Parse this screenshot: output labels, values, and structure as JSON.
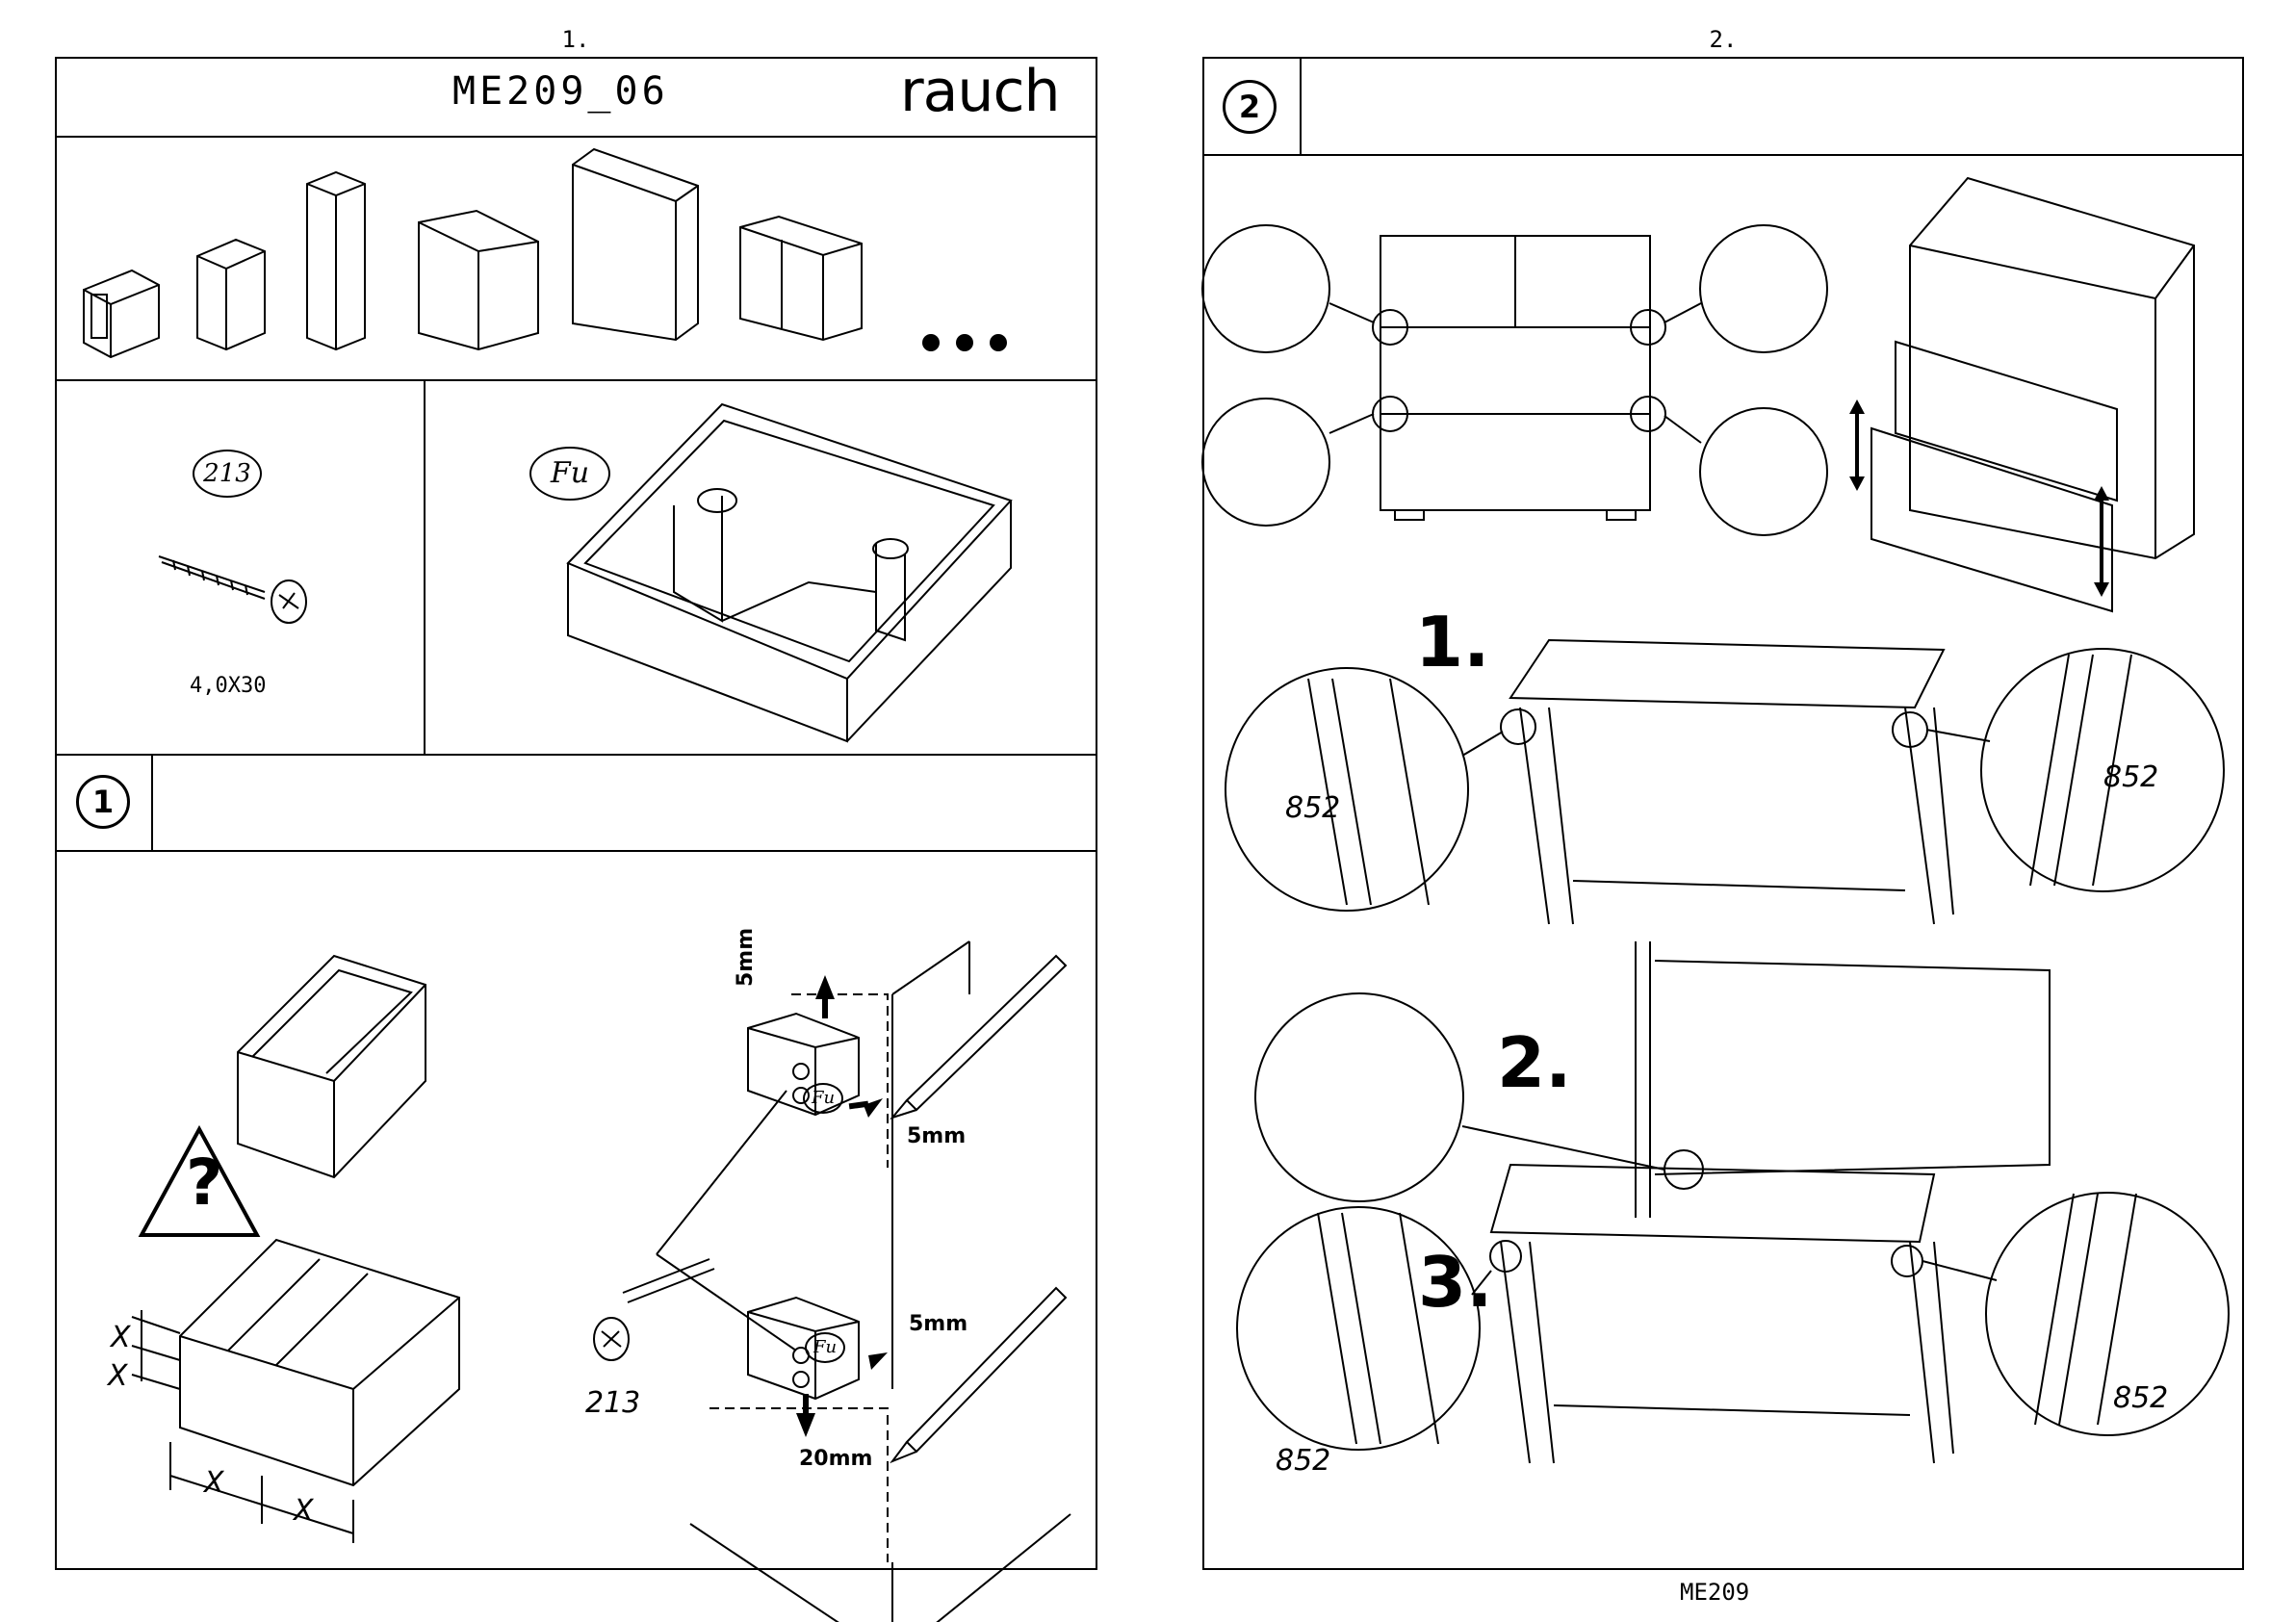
{
  "page_left": {
    "page_number": "1.",
    "header": {
      "model_code": "ME209_06",
      "brand": "rauch"
    },
    "parts": {
      "screw": {
        "id": "213",
        "size": "4,0X30"
      },
      "foot": {
        "id": "Fu"
      }
    },
    "step": {
      "number": "1",
      "labels": {
        "dim_x": "X",
        "dim_top": "5mm",
        "dim_side_top": "5mm",
        "dim_side_bottom": "5mm",
        "dim_bottom": "20mm",
        "screw_id": "213",
        "foot_id": "Fu",
        "question_mark": "?"
      }
    }
  },
  "page_right": {
    "page_number": "2.",
    "step": {
      "number": "2",
      "substeps": [
        {
          "label": "1.",
          "part_id": "852"
        },
        {
          "label": "2."
        },
        {
          "label": "3.",
          "part_id": "852"
        }
      ]
    },
    "footer_code": "ME209"
  }
}
